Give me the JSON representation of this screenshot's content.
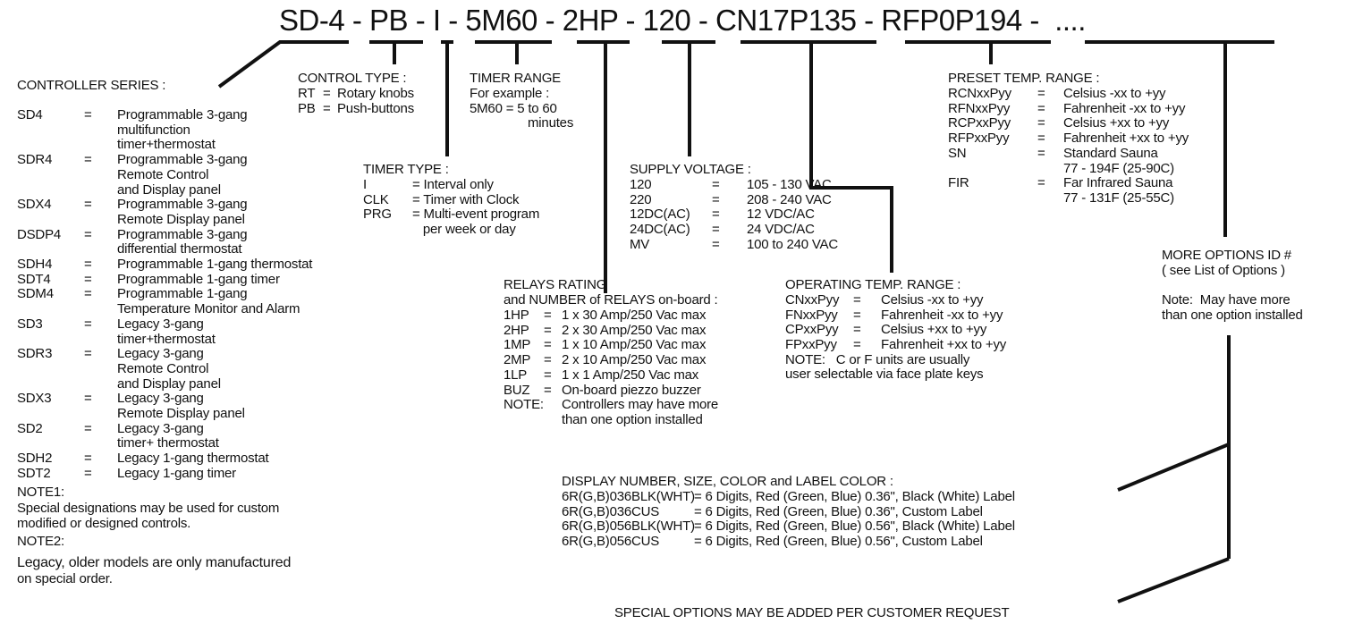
{
  "model_code": "SD-4 - PB - I - 5M60 - 2HP - 120 - CN17P135 - RFP0P194 -  ....",
  "controller_series": {
    "title": "CONTROLLER SERIES :",
    "items": [
      {
        "code": "SD4",
        "eq": "=",
        "desc": [
          "Programmable 3-gang",
          "multifunction",
          "timer+thermostat"
        ]
      },
      {
        "code": "SDR4",
        "eq": "=",
        "desc": [
          "Programmable 3-gang",
          "Remote Control",
          "and Display panel"
        ]
      },
      {
        "code": "SDX4",
        "eq": "=",
        "desc": [
          "Programmable 3-gang",
          "Remote Display panel"
        ]
      },
      {
        "code": "DSDP4",
        "eq": "=",
        "desc": [
          "Programmable 3-gang",
          "differential thermostat"
        ]
      },
      {
        "code": "SDH4",
        "eq": "=",
        "desc": [
          "Programmable 1-gang thermostat"
        ]
      },
      {
        "code": "SDT4",
        "eq": "=",
        "desc": [
          "Programmable 1-gang timer"
        ]
      },
      {
        "code": "SDM4",
        "eq": "=",
        "desc": [
          "Programmable 1-gang",
          "Temperature Monitor and Alarm"
        ]
      },
      {
        "code": "SD3",
        "eq": "=",
        "desc": [
          "Legacy 3-gang",
          "timer+thermostat"
        ]
      },
      {
        "code": "SDR3",
        "eq": "=",
        "desc": [
          "Legacy 3-gang",
          "Remote Control",
          "and Display panel"
        ]
      },
      {
        "code": "SDX3",
        "eq": "=",
        "desc": [
          "Legacy 3-gang",
          "Remote Display panel"
        ]
      },
      {
        "code": "SD2",
        "eq": "=",
        "desc": [
          "Legacy 3-gang",
          "timer+ thermostat"
        ]
      },
      {
        "code": "SDH2",
        "eq": "=",
        "desc": [
          "Legacy 1-gang thermostat"
        ]
      },
      {
        "code": "SDT2",
        "eq": "=",
        "desc": [
          "Legacy 1-gang timer"
        ]
      }
    ],
    "note1_title": "NOTE1:",
    "note1": [
      "Special designations may be used for custom",
      "modified or designed controls."
    ],
    "note2_title": "NOTE2:",
    "note2": [
      "Legacy, older models are only manufactured",
      "on special order."
    ]
  },
  "control_type": {
    "title": "CONTROL TYPE :",
    "items": [
      {
        "code": "RT",
        "eq": "=",
        "desc": "Rotary knobs"
      },
      {
        "code": "PB",
        "eq": "=",
        "desc": "Push-buttons"
      }
    ]
  },
  "timer_range": {
    "title": "TIMER RANGE",
    "lines": [
      "For example :",
      "5M60 = 5 to 60",
      "minutes"
    ]
  },
  "timer_type": {
    "title": "TIMER TYPE :",
    "items": [
      {
        "code": "I",
        "desc": [
          "= Interval only"
        ]
      },
      {
        "code": "CLK",
        "desc": [
          "= Timer with Clock"
        ]
      },
      {
        "code": "PRG",
        "desc": [
          "= Multi-event program",
          "   per week or day"
        ]
      }
    ]
  },
  "supply_voltage": {
    "title": "SUPPLY VOLTAGE :",
    "items": [
      {
        "code": "120",
        "eq": "=",
        "desc": "105 - 130 VAC"
      },
      {
        "code": "220",
        "eq": "=",
        "desc": "208 - 240 VAC"
      },
      {
        "code": "12DC(AC)",
        "eq": "=",
        "desc": "12 VDC/AC"
      },
      {
        "code": "24DC(AC)",
        "eq": "=",
        "desc": "24 VDC/AC"
      },
      {
        "code": "MV",
        "eq": "=",
        "desc": "100 to 240 VAC"
      }
    ]
  },
  "relays": {
    "title": [
      "RELAYS RATING",
      "and NUMBER of RELAYS on-board :"
    ],
    "items": [
      {
        "code": "1HP",
        "eq": "=",
        "desc": [
          "1 x 30 Amp/250 Vac max"
        ]
      },
      {
        "code": "2HP",
        "eq": "=",
        "desc": [
          "2 x 30 Amp/250 Vac max"
        ]
      },
      {
        "code": "1MP",
        "eq": "=",
        "desc": [
          "1 x 10 Amp/250 Vac max"
        ]
      },
      {
        "code": "2MP",
        "eq": "=",
        "desc": [
          "2 x 10 Amp/250 Vac max"
        ]
      },
      {
        "code": "1LP",
        "eq": "=",
        "desc": [
          "1 x 1 Amp/250 Vac max"
        ]
      },
      {
        "code": "BUZ",
        "eq": "=",
        "desc": [
          "On-board piezzo buzzer"
        ]
      },
      {
        "code": "NOTE:",
        "eq": "",
        "desc": [
          "Controllers may have more",
          "than one option installed"
        ]
      }
    ]
  },
  "operating_temp": {
    "title": "OPERATING TEMP. RANGE :",
    "items": [
      {
        "code": "CNxxPyy",
        "eq": "=",
        "desc": "Celsius -xx to +yy"
      },
      {
        "code": "FNxxPyy",
        "eq": "=",
        "desc": "Fahrenheit -xx to +yy"
      },
      {
        "code": "CPxxPyy",
        "eq": "=",
        "desc": "Celsius +xx to +yy"
      },
      {
        "code": "FPxxPyy",
        "eq": "=",
        "desc": "Fahrenheit +xx to +yy"
      }
    ],
    "note": [
      "NOTE:   C or F units are usually",
      "user selectable via face plate keys"
    ]
  },
  "preset_temp": {
    "title": "PRESET TEMP. RANGE :",
    "items": [
      {
        "code": "RCNxxPyy",
        "eq": "=",
        "desc": [
          "Celsius -xx to +yy"
        ]
      },
      {
        "code": "RFNxxPyy",
        "eq": "=",
        "desc": [
          "Fahrenheit -xx to +yy"
        ]
      },
      {
        "code": "RCPxxPyy",
        "eq": "=",
        "desc": [
          "Celsius +xx to +yy"
        ]
      },
      {
        "code": "RFPxxPyy",
        "eq": "=",
        "desc": [
          "Fahrenheit +xx to +yy"
        ]
      },
      {
        "code": "SN",
        "eq": "=",
        "desc": [
          "Standard Sauna",
          "77 - 194F (25-90C)"
        ]
      },
      {
        "code": "FIR",
        "eq": "=",
        "desc": [
          "Far Infrared Sauna",
          "77 - 131F (25-55C)"
        ]
      }
    ]
  },
  "more_options": {
    "lines": [
      "MORE OPTIONS ID #",
      "( see List of Options )",
      "",
      "Note:  May have more",
      "than one option installed"
    ]
  },
  "display": {
    "title": "DISPLAY NUMBER, SIZE, COLOR and LABEL COLOR :",
    "items": [
      {
        "code": "6R(G,B)036BLK(WHT)",
        "desc": "= 6 Digits, Red (Green, Blue) 0.36\", Black (White) Label"
      },
      {
        "code": "6R(G,B)036CUS",
        "desc": "= 6 Digits, Red (Green, Blue) 0.36\", Custom Label"
      },
      {
        "code": "6R(G,B)056BLK(WHT)",
        "desc": "= 6 Digits, Red (Green, Blue) 0.56\", Black (White) Label"
      },
      {
        "code": "6R(G,B)056CUS",
        "desc": "= 6 Digits, Red (Green, Blue) 0.56\", Custom Label"
      }
    ]
  },
  "special": "SPECIAL OPTIONS MAY BE ADDED PER CUSTOMER REQUEST"
}
